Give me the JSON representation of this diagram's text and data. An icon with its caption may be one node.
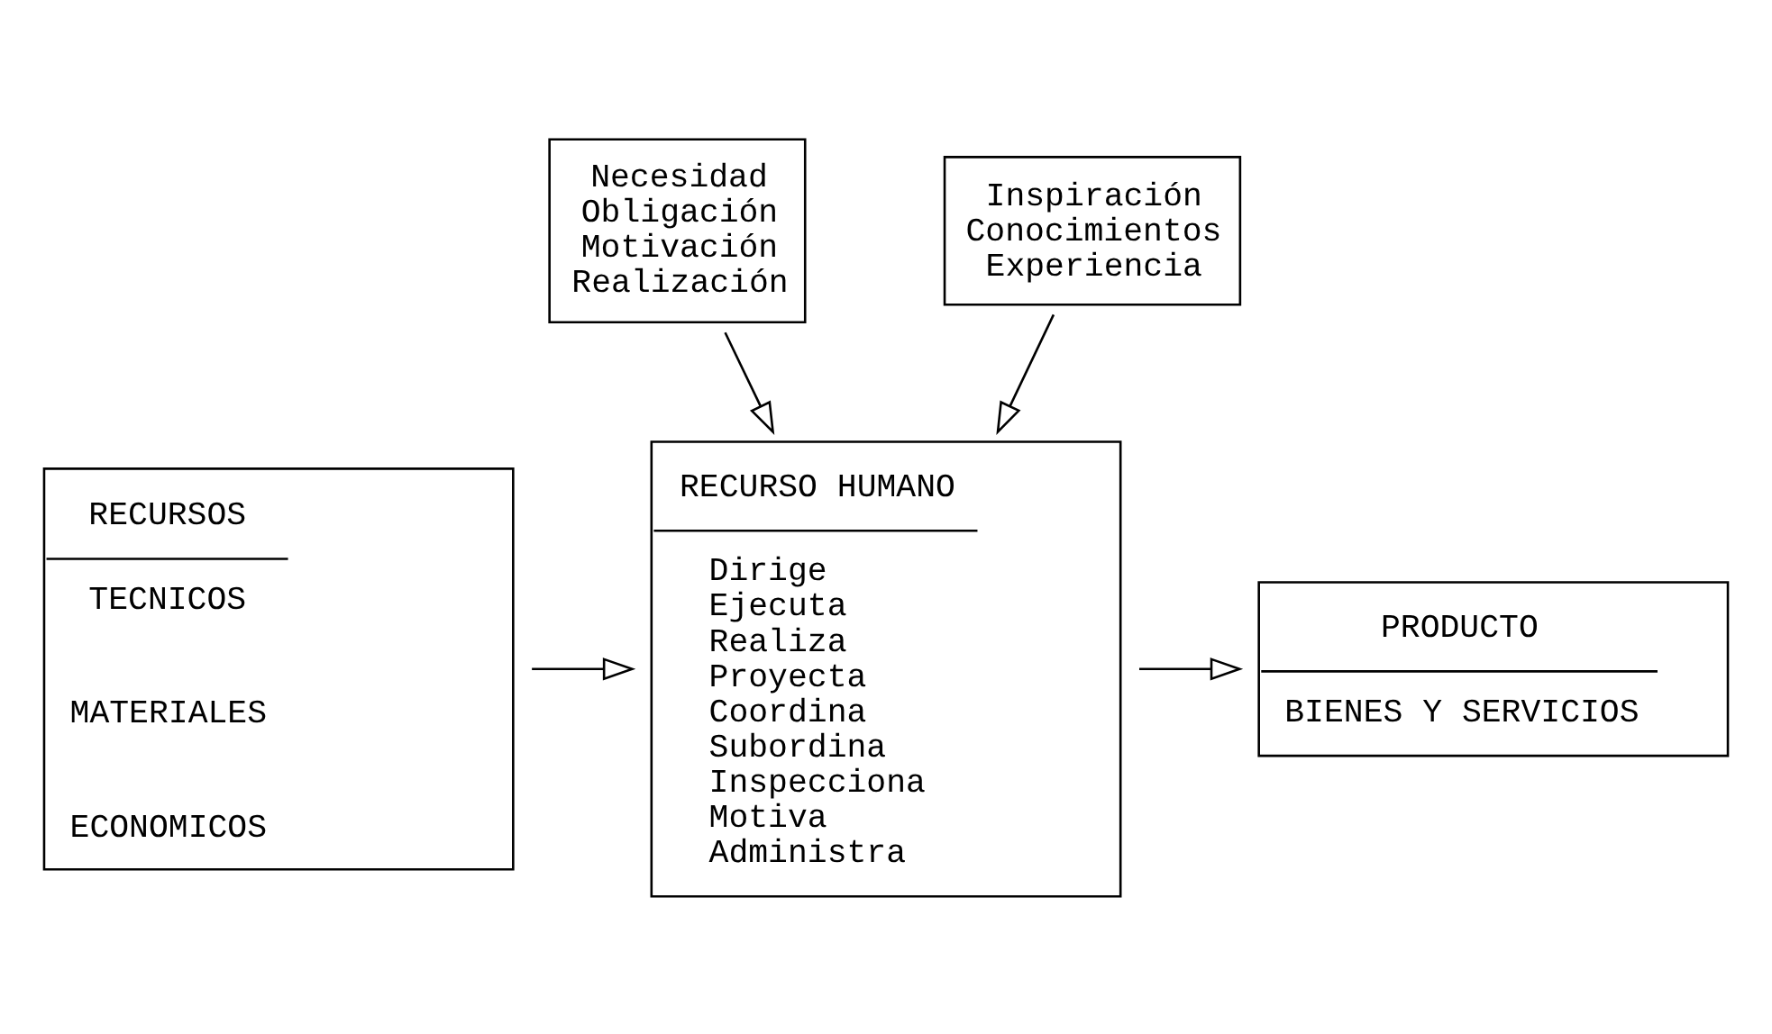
{
  "diagram": {
    "nodes": [
      {
        "text": [
          "Necesidad",
          "Obligación",
          "Motivación",
          "Realización"
        ]
      },
      {
        "text": [
          "Inspiración",
          "Conocimientos",
          "Experiencia"
        ]
      },
      {
        "text": [
          "RECURSOS",
          "TECNICOS",
          "MATERIALES",
          "ECONOMICOS"
        ]
      },
      {
        "text": [
          "RECURSO HUMANO",
          "Dirige",
          "Ejecuta",
          "Realiza",
          "Proyecta",
          "Coordina",
          "Subordina",
          "Inspecciona",
          "Motiva",
          "Administra"
        ]
      },
      {
        "text": [
          "PRODUCTO",
          "BIENES Y SERVICIOS"
        ]
      }
    ],
    "edges": [
      {
        "from": 0,
        "to": 3,
        "arrow": "to"
      },
      {
        "from": 1,
        "to": 3,
        "arrow": "to"
      },
      {
        "from": 2,
        "to": 3,
        "arrow": "to"
      },
      {
        "from": 3,
        "to": 4,
        "arrow": "to"
      }
    ]
  }
}
